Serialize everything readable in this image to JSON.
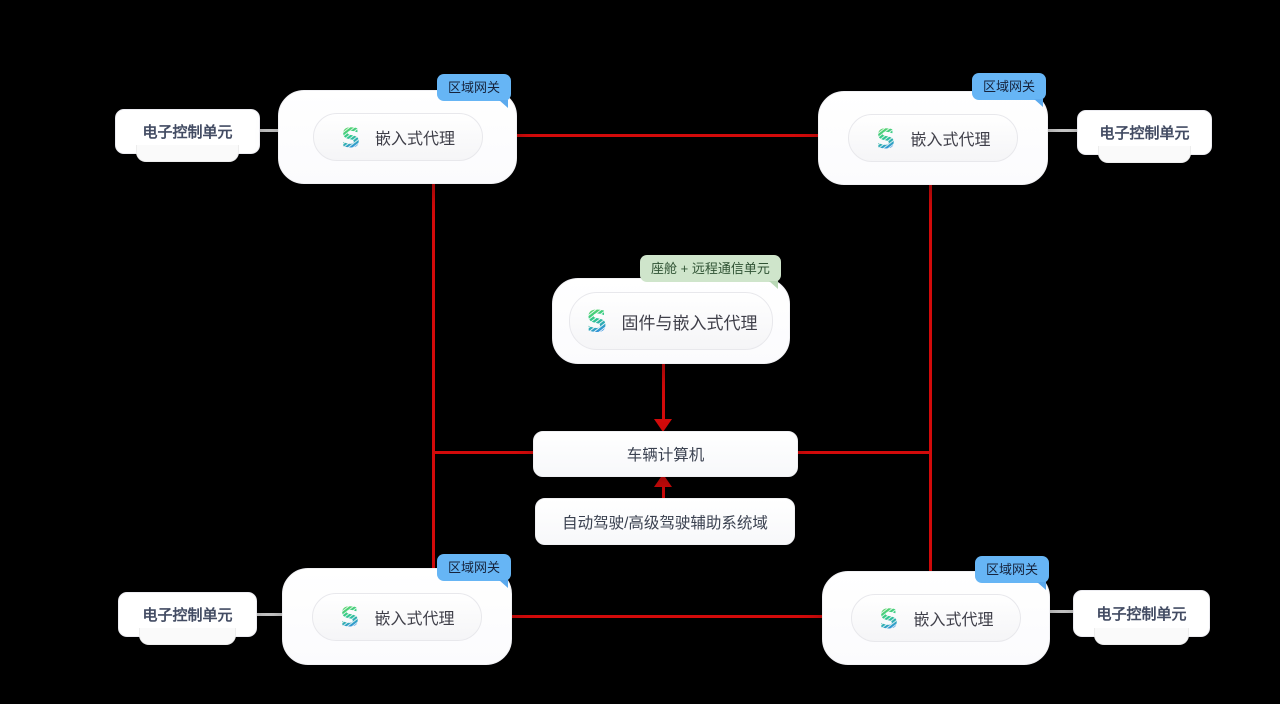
{
  "diagram": {
    "corner_nodes": [
      {
        "position": "top-left",
        "badge": "区域网关",
        "agent_label": "嵌入式代理",
        "ecu_label": "电子控制单元"
      },
      {
        "position": "top-right",
        "badge": "区域网关",
        "agent_label": "嵌入式代理",
        "ecu_label": "电子控制单元"
      },
      {
        "position": "bottom-left",
        "badge": "区域网关",
        "agent_label": "嵌入式代理",
        "ecu_label": "电子控制单元"
      },
      {
        "position": "bottom-right",
        "badge": "区域网关",
        "agent_label": "嵌入式代理",
        "ecu_label": "电子控制单元"
      }
    ],
    "center_node": {
      "badge": "座舱 + 远程通信单元",
      "label": "固件与嵌入式代理"
    },
    "vehicle_computer_label": "车辆计算机",
    "adas_label": "自动驾驶/高级驾驶辅助系统域"
  },
  "icons": {
    "agent_logo": "s-logo-icon"
  },
  "colors": {
    "connector_red": "#d20a0a",
    "connector_gray": "#c9c9c9",
    "badge_blue_bg": "#66b5f5",
    "badge_blue_text": "#16233c",
    "badge_green_bg": "#cfe5cb",
    "badge_green_text": "#2f5233",
    "logo_green": "#79dc55",
    "logo_blue": "#3181f2"
  }
}
